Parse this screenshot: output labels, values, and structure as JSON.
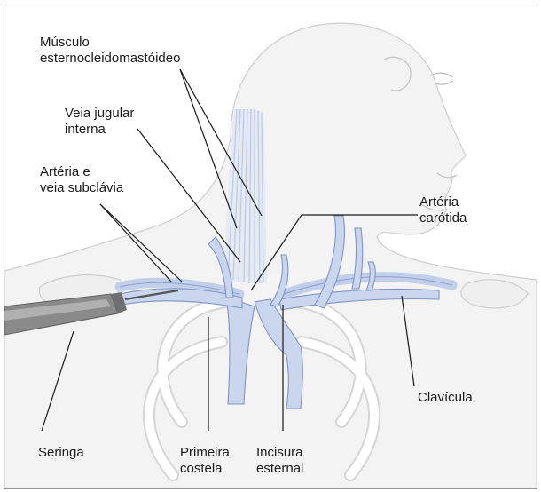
{
  "labels": {
    "musculo_l1": "Músculo",
    "musculo_l2": "esternocleidomastóideo",
    "veia_jugular_l1": "Veia jugular",
    "veia_jugular_l2": "interna",
    "arteria_veia_l1": "Artéria e",
    "arteria_veia_l2": "veia subclávia",
    "arteria_carotida_l1": "Artéria",
    "arteria_carotida_l2": "carótida",
    "clavicula": "Clavícula",
    "seringa": "Seringa",
    "primeira_costela_l1": "Primeira",
    "primeira_costela_l2": "costela",
    "incisura_l1": "Incisura",
    "incisura_l2": "esternal"
  },
  "colors": {
    "vessel_fill": "#c9d6ee",
    "vessel_stroke": "#7f95c4",
    "skin_fill": "#f3f3f3",
    "outline": "#c4c4c4",
    "leader_line": "#1a1a1a",
    "text": "#1a1a1a"
  }
}
